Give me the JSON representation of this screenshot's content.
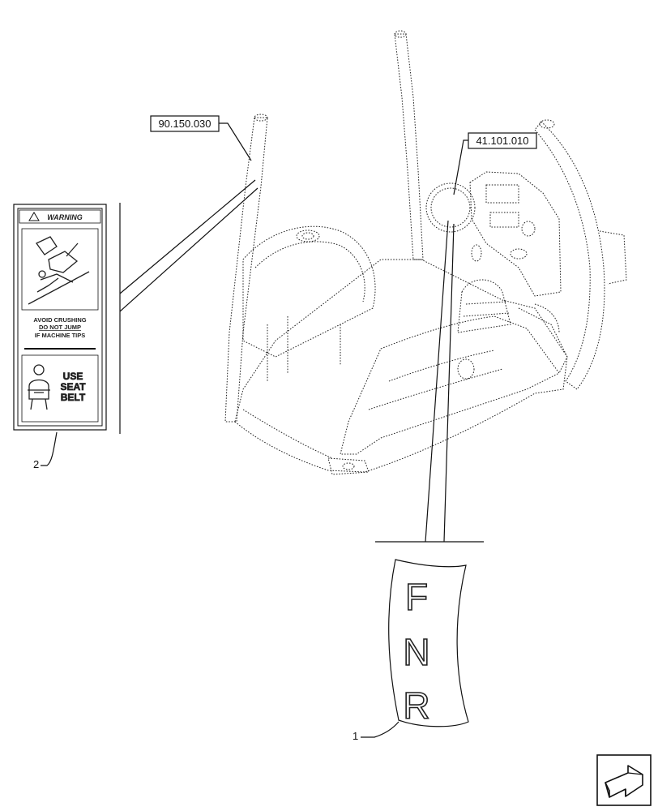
{
  "references": {
    "ref_a": "90.150.030",
    "ref_b": "41.101.010"
  },
  "callouts": {
    "item_1": "1",
    "item_2": "2"
  },
  "warning_decal": {
    "header": "WARNING",
    "line1": "AVOID CRUSHING",
    "line2": "DO NOT JUMP",
    "line3": "IF MACHINE TIPS",
    "seatbelt1": "USE",
    "seatbelt2": "SEAT",
    "seatbelt3": "BELT"
  },
  "fnr_decal": {
    "letter_f": "F",
    "letter_n": "N",
    "letter_r": "R"
  },
  "icons": {
    "nav": "next-page-arrow-icon"
  }
}
